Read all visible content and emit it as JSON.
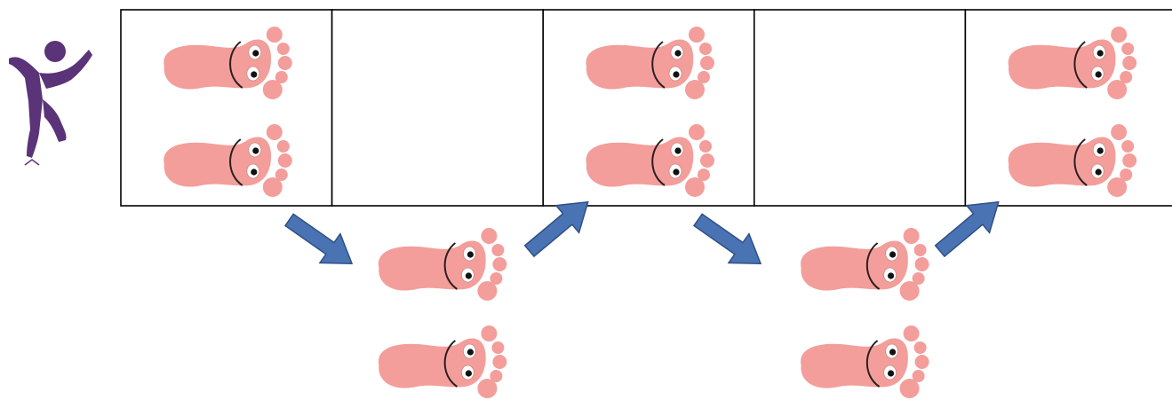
{
  "diagram": {
    "figure_icon": "jumping-person-icon",
    "foot_icon": "smiling-foot-icon",
    "arrow_icon": "arrow-icon",
    "colors": {
      "figure": "#5a3378",
      "foot": "#f39e9b",
      "foot_outline": "#2b1f1f",
      "arrow_fill": "#4a73b4",
      "arrow_stroke": "#2f4f86",
      "grid_line": "#000000"
    },
    "grid": {
      "columns": 5,
      "cells": [
        {
          "feet": true
        },
        {
          "feet": false
        },
        {
          "feet": true
        },
        {
          "feet": false
        },
        {
          "feet": true
        }
      ]
    },
    "below_positions": [
      2,
      4
    ],
    "arrows": [
      {
        "direction": "down-right"
      },
      {
        "direction": "up-right"
      },
      {
        "direction": "down-right"
      },
      {
        "direction": "up-right"
      }
    ]
  }
}
